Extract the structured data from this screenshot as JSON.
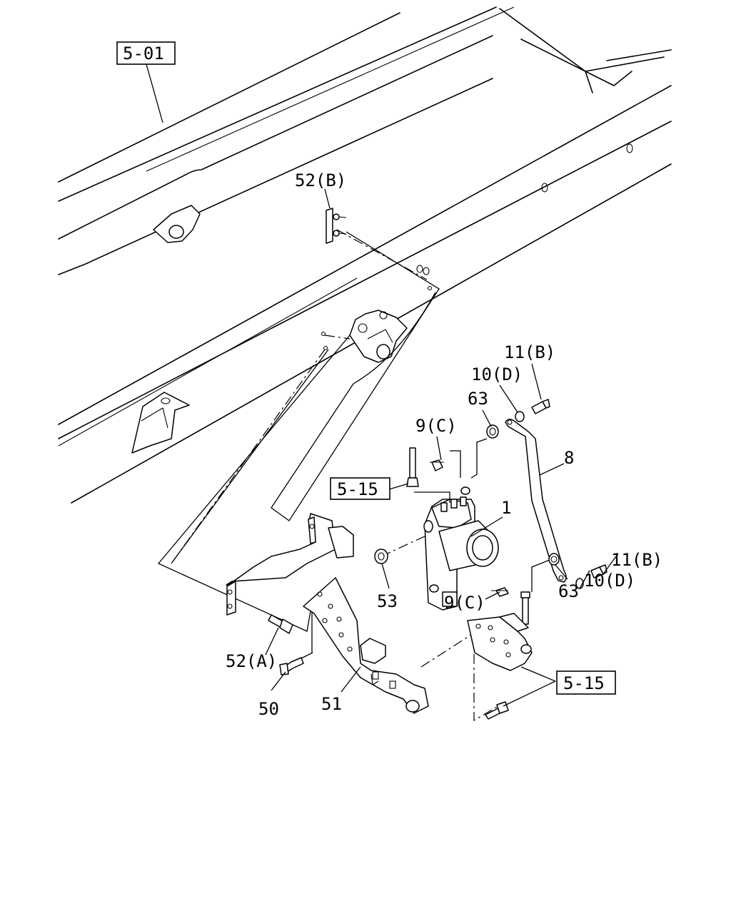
{
  "callouts": {
    "ref_5_01": "5-01",
    "ref_5_15_left": "5-15",
    "ref_5_15_right": "5-15",
    "p52b": "52(B)",
    "p11b_top": "11(B)",
    "p10d_top": "10(D)",
    "p63_top": "63",
    "p9c_top": "9(C)",
    "p8": "8",
    "p1": "1",
    "p53": "53",
    "p11b_right": "11(B)",
    "p10d_right": "10(D)",
    "p63_right": "63",
    "p9c_bottom": "9(C)",
    "p52a": "52(A)",
    "p50": "50",
    "p51": "51"
  }
}
